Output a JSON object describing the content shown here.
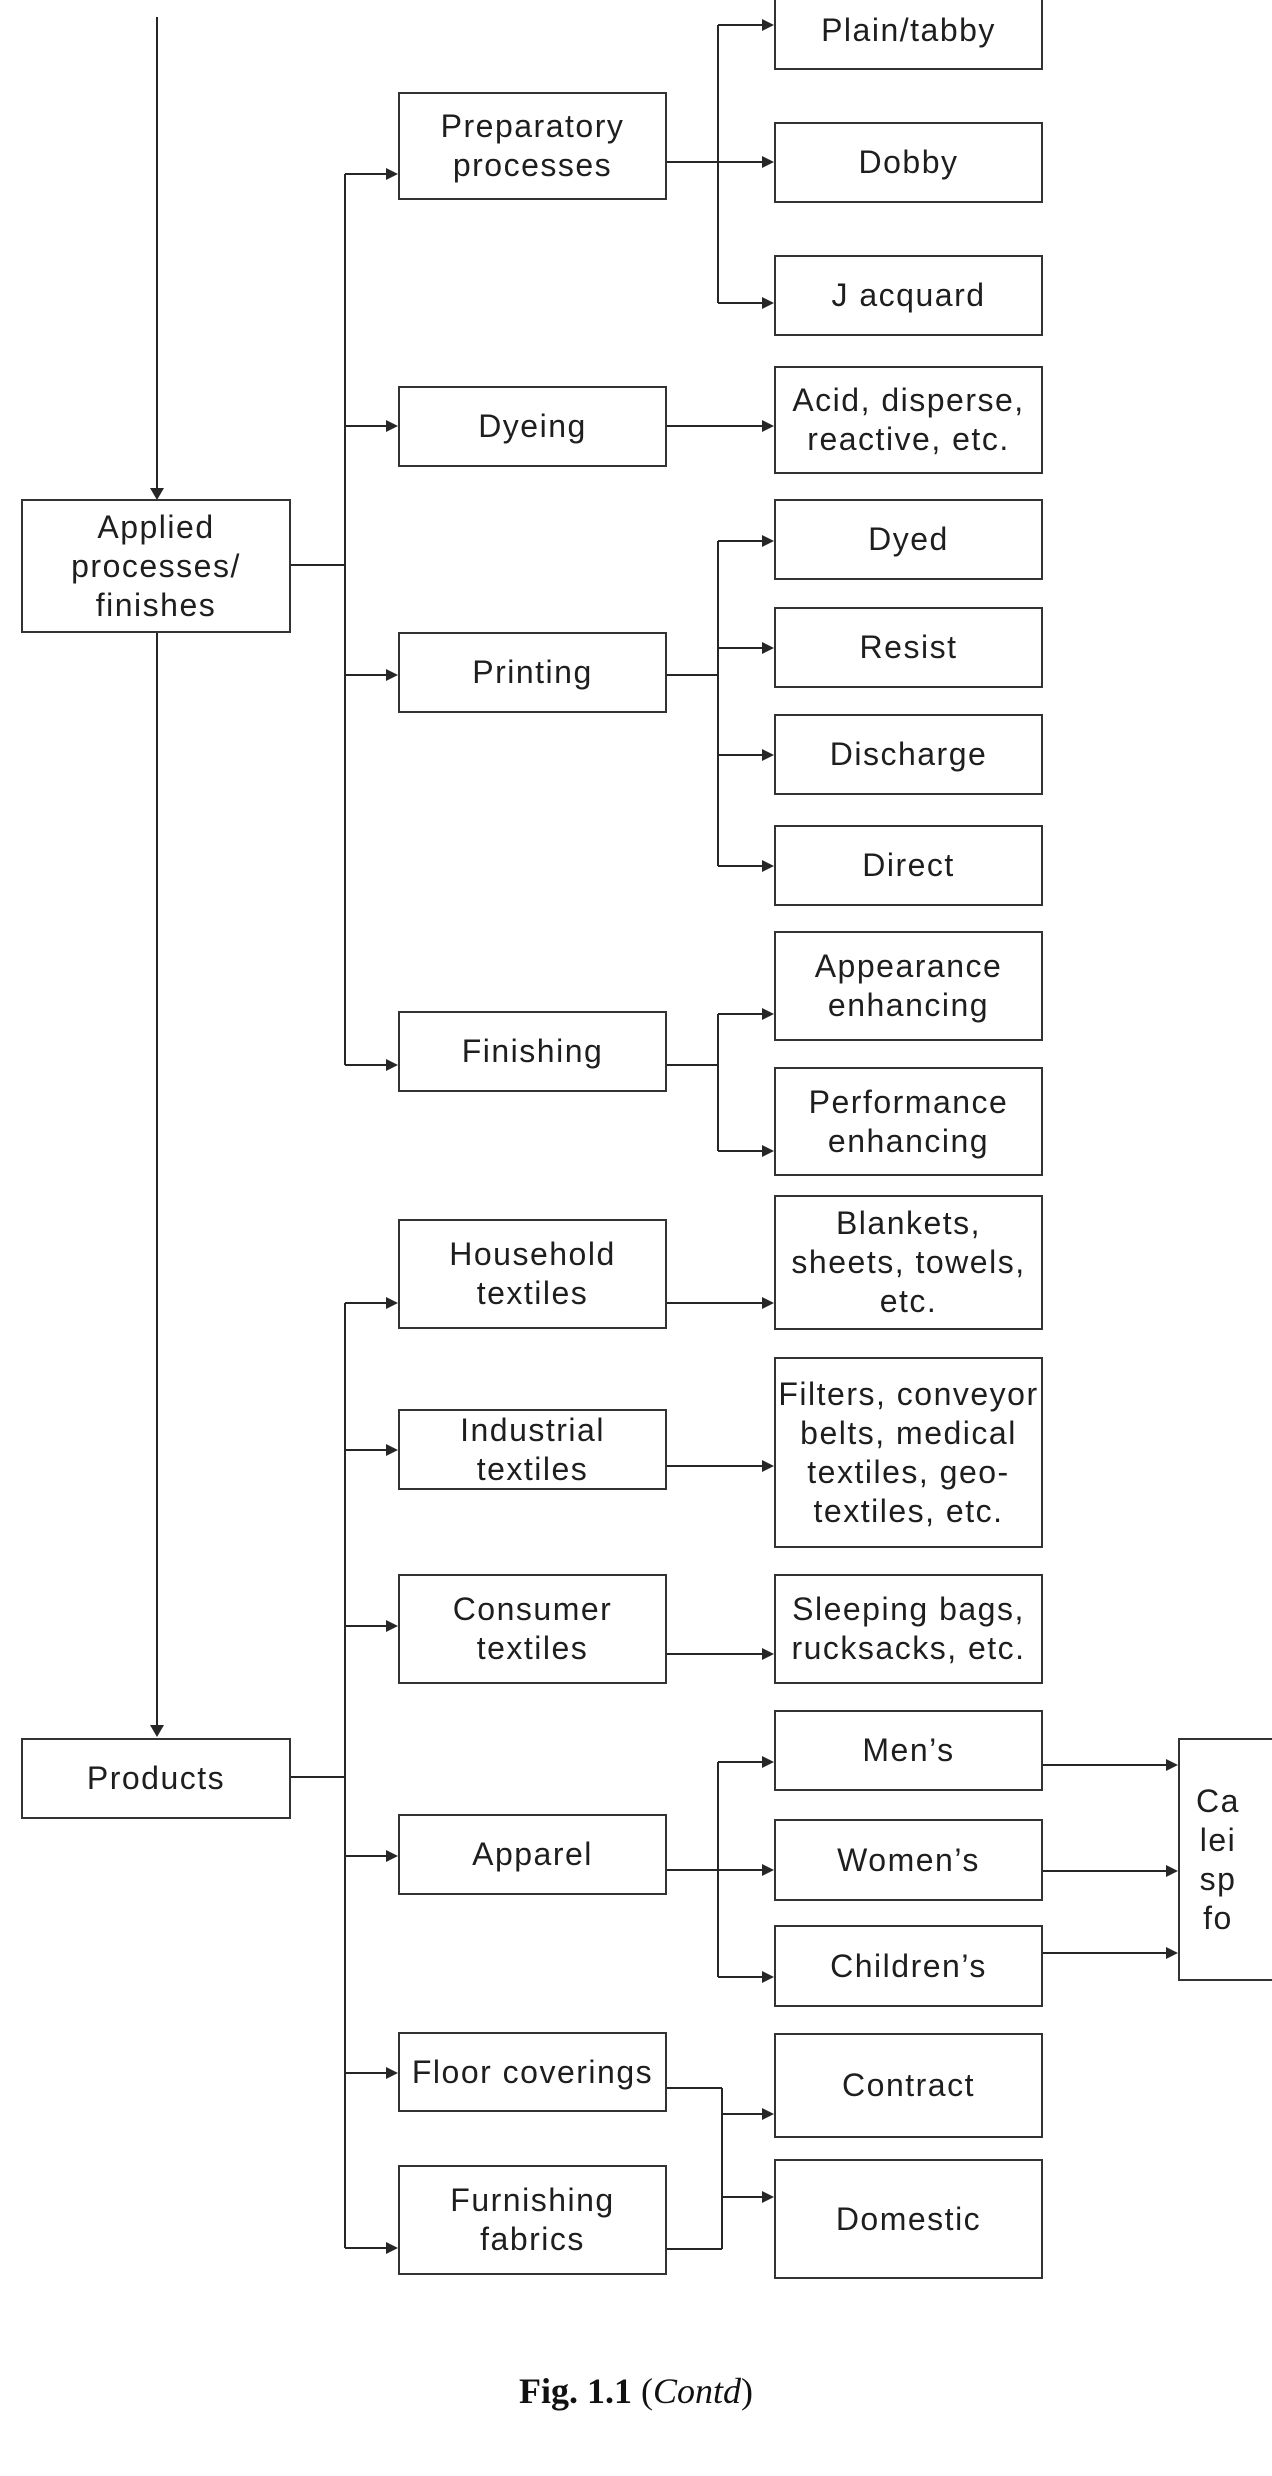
{
  "level1": {
    "applied": "Applied\nprocesses/\nfinishes",
    "products": "Products"
  },
  "processes": {
    "preparatory": "Preparatory\nprocesses",
    "dyeing": "Dyeing",
    "printing": "Printing",
    "finishing": "Finishing"
  },
  "weaves": {
    "plain": "Plain/tabby",
    "dobby": "Dobby",
    "jacquard": "J acquard"
  },
  "dye_types": "Acid, disperse,\nreactive, etc.",
  "print_types": {
    "dyed": "Dyed",
    "resist": "Resist",
    "discharge": "Discharge",
    "direct": "Direct"
  },
  "finish_types": {
    "appearance": "Appearance\nenhancing",
    "performance": "Performance\nenhancing"
  },
  "product_types": {
    "household": "Household\ntextiles",
    "industrial": "Industrial textiles",
    "consumer": "Consumer\ntextiles",
    "apparel": "Apparel",
    "floor": "Floor coverings",
    "furnishing": "Furnishing\nfabrics"
  },
  "product_examples": {
    "household": "Blankets,\nsheets, towels,\netc.",
    "industrial": "Filters, conveyor\nbelts, medical\ntextiles, geo-\ntextiles, etc.",
    "consumer": "Sleeping bags,\nrucksacks, etc."
  },
  "apparel_types": {
    "mens": "Men’s",
    "womens": "Women’s",
    "childrens": "Children’s"
  },
  "apparel_categories_partial": "Ca\nlei\nsp\nfo",
  "floor_markets": {
    "contract": "Contract",
    "domestic": "Domestic"
  },
  "caption": {
    "fig": "Fig. 1.1",
    "open": " (",
    "contd": "Contd",
    "close": ")"
  }
}
